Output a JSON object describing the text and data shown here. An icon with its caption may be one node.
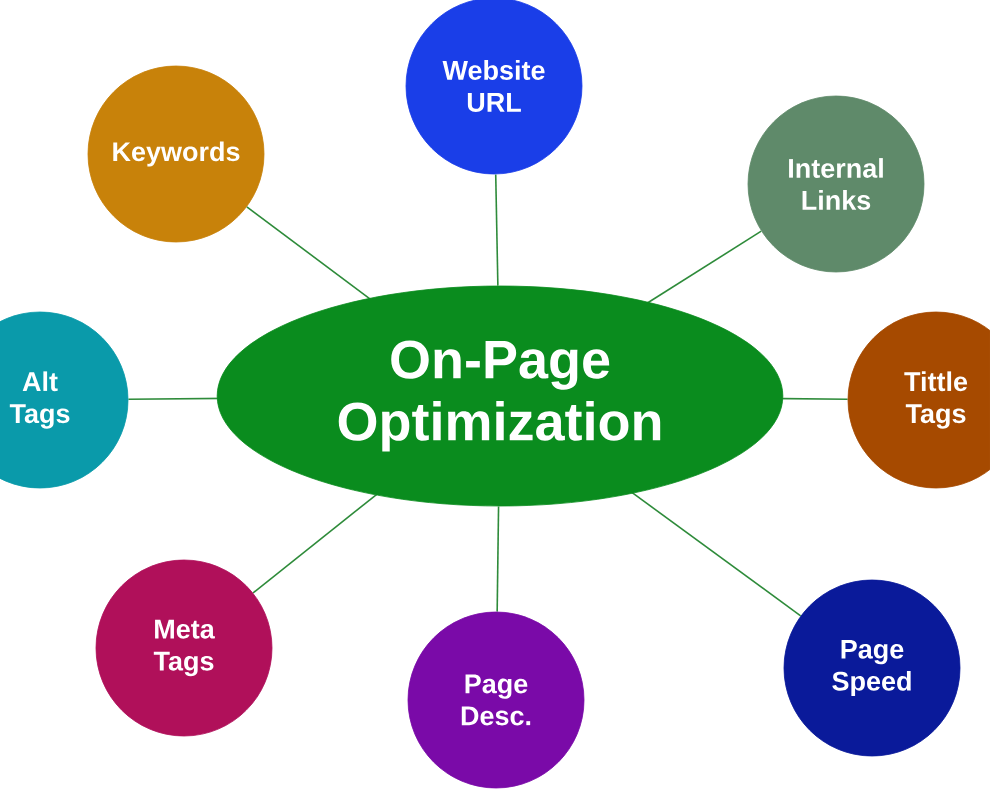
{
  "diagram": {
    "nodes": [
      {
        "text": [
          "On-Page Optimization"
        ]
      },
      {
        "text": [
          "Keywords"
        ]
      },
      {
        "text": [
          "Website URL"
        ]
      },
      {
        "text": [
          "Internal Links"
        ]
      },
      {
        "text": [
          "Alt Tags"
        ]
      },
      {
        "text": [
          "Tittle Tags"
        ]
      },
      {
        "text": [
          "Meta Tags"
        ]
      },
      {
        "text": [
          "Page Desc."
        ]
      },
      {
        "text": [
          "Page Speed"
        ]
      }
    ],
    "edges": [
      {
        "from": 0,
        "to": 1,
        "arrow": "none"
      },
      {
        "from": 0,
        "to": 2,
        "arrow": "none"
      },
      {
        "from": 0,
        "to": 3,
        "arrow": "none"
      },
      {
        "from": 0,
        "to": 4,
        "arrow": "none"
      },
      {
        "from": 0,
        "to": 5,
        "arrow": "none"
      },
      {
        "from": 0,
        "to": 6,
        "arrow": "none"
      },
      {
        "from": 0,
        "to": 7,
        "arrow": "none"
      },
      {
        "from": 0,
        "to": 8,
        "arrow": "none"
      }
    ]
  }
}
